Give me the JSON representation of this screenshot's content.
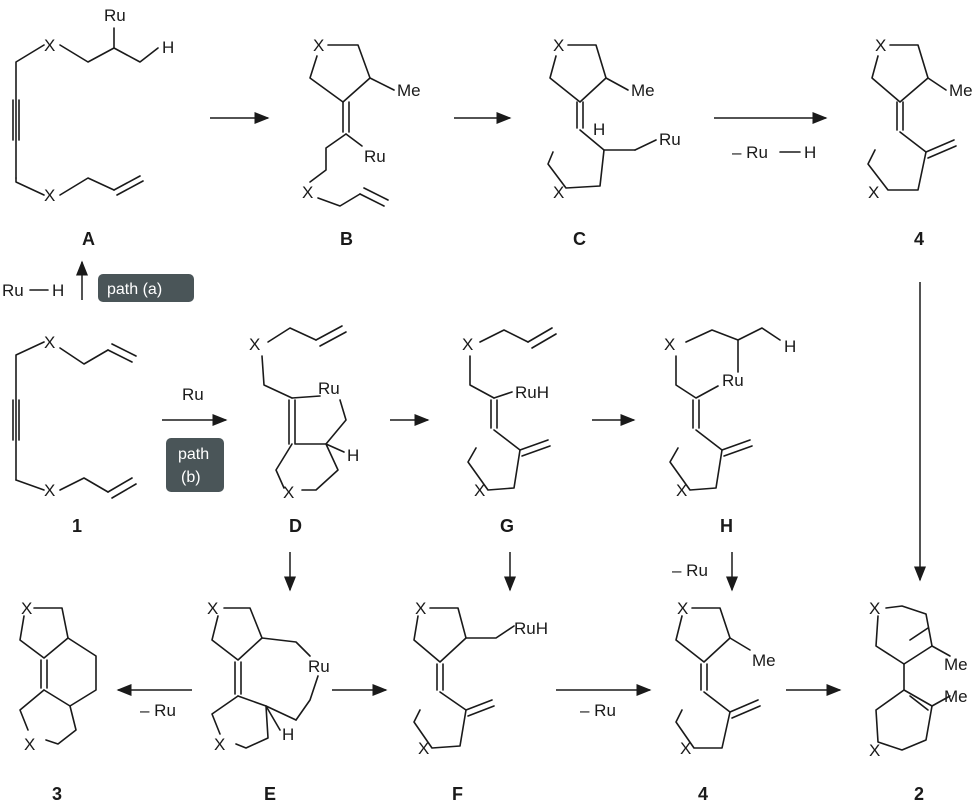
{
  "atoms": {
    "x": "X",
    "ru": "Ru",
    "h": "H",
    "me": "Me",
    "ruh": "RuH"
  },
  "compounds": {
    "A": "A",
    "B": "B",
    "C": "C",
    "D": "D",
    "E": "E",
    "F": "F",
    "G": "G",
    "H": "H",
    "n1": "1",
    "n2": "2",
    "n3": "3",
    "n4": "4"
  },
  "conditions": {
    "ru_h": "Ru",
    "ru_h_sep": "H",
    "minus_ru_h": "– Ru",
    "ru": "Ru",
    "minus_ru": "– Ru"
  },
  "paths": {
    "a": "path (a)",
    "b_line1": "path",
    "b_line2": "(b)"
  }
}
